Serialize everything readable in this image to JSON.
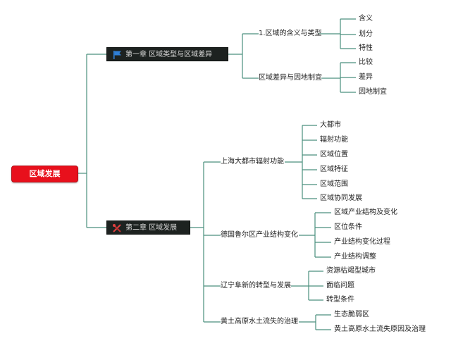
{
  "root": {
    "label": "区域发展"
  },
  "chapters": [
    {
      "label": "第一章 区域类型与区域差异",
      "icon": "flag-icon",
      "topics": [
        {
          "label": "1.区域的含义与类型",
          "items": [
            "含义",
            "划分",
            "特性"
          ]
        },
        {
          "label": "区域差异与因地制宜",
          "items": [
            "比较",
            "差异",
            "因地制宜"
          ]
        }
      ]
    },
    {
      "label": "第二章 区域发展",
      "icon": "tools-icon",
      "topics": [
        {
          "label": "上海大都市辐射功能",
          "items": [
            "大都市",
            "辐射功能",
            "区域位置",
            "区域特征",
            "区域范围",
            "区域协同发展"
          ]
        },
        {
          "label": "德国鲁尔区产业结构变化",
          "items": [
            "区域产业结构及变化",
            "区位条件",
            "产业结构变化过程",
            "产业结构调整"
          ]
        },
        {
          "label": "辽宁阜新的转型与发展",
          "items": [
            "资源枯竭型城市",
            "面临问题",
            "转型条件"
          ]
        },
        {
          "label": "黄土高原水土流失的治理",
          "items": [
            "生态脆弱区",
            "黄土高原水土流失原因及治理"
          ]
        }
      ]
    }
  ],
  "colors": {
    "line": "#4a8f7d",
    "root": "#e8101c",
    "chapter": "#1d2220"
  }
}
